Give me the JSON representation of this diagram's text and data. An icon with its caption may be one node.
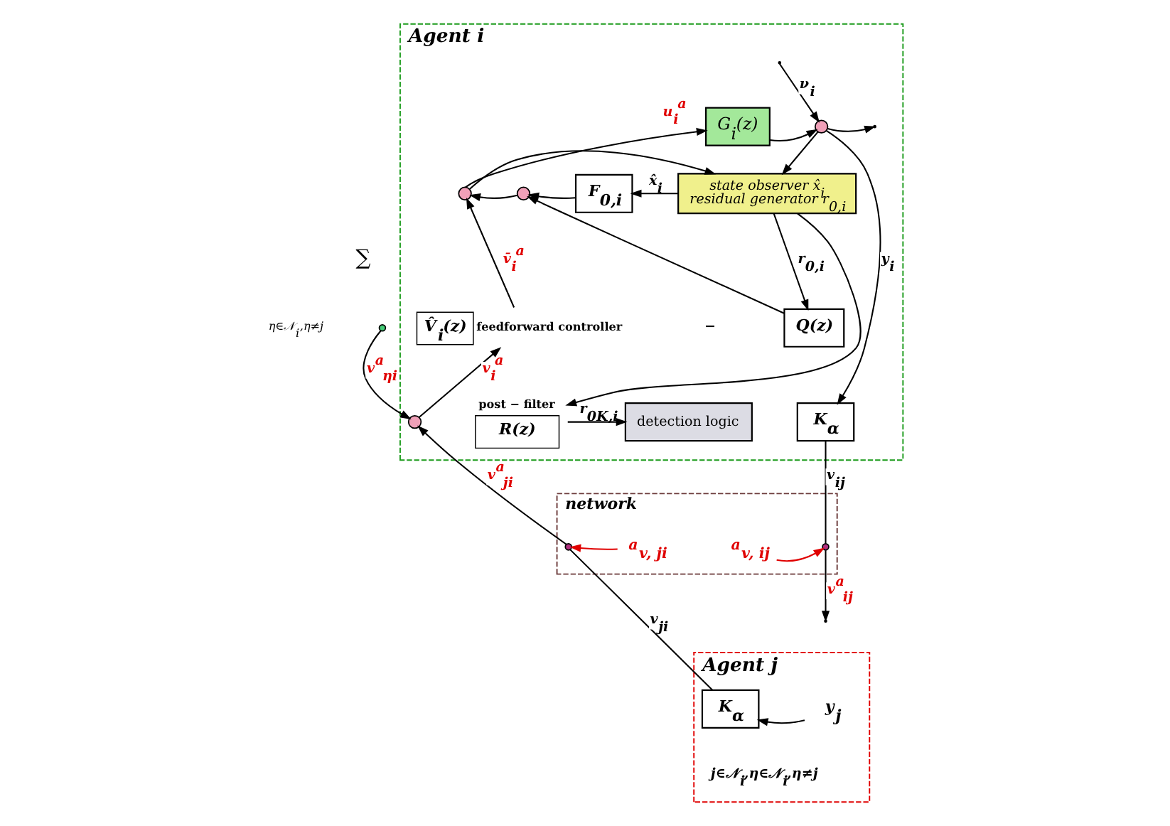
{
  "diagram": {
    "nodes": [
      {
        "text": [
          "Agent i"
        ]
      },
      {
        "text": [
          "G$_{i}$(z)"
        ],
        "in": 0
      },
      {
        "text": [],
        "shape": "circle",
        "in": 0
      },
      {
        "text": [
          "state observer x̂$_{i}$",
          "residual generator r$_{0,i}$"
        ],
        "in": 0
      },
      {
        "text": [
          "F$_{0,i}$"
        ],
        "in": 0
      },
      {
        "text": [
          "Q(z)"
        ],
        "in": 0
      },
      {
        "text": [],
        "shape": "circle",
        "in": 0
      },
      {
        "text": [],
        "shape": "circle",
        "in": 0
      },
      {
        "text": [
          "V̂$_{i}$(z)"
        ],
        "beside": [
          "feedforward controller"
        ],
        "in": 0
      },
      {
        "text": [],
        "shape": "circle",
        "in": 0
      },
      {
        "text": [
          "R(z)"
        ],
        "beside": [
          "post − filter"
        ],
        "in": 0
      },
      {
        "text": [
          "detection logic"
        ],
        "in": 0
      },
      {
        "text": [
          "K$_{α}$"
        ],
        "in": 0
      },
      {
        "text": [],
        "shape": "circle"
      },
      {
        "text": [
          "network"
        ]
      },
      {
        "text": [],
        "shape": "circle",
        "in": 14
      },
      {
        "text": [],
        "shape": "circle",
        "in": 14
      },
      {
        "text": [
          "a$_{v, ji}$"
        ],
        "in": 14
      },
      {
        "text": [
          "a$_{v, ij}$"
        ],
        "in": 14
      },
      {
        "text": [
          "Agent j"
        ]
      },
      {
        "text": [
          "K$_{α}$"
        ],
        "in": 19
      },
      {
        "text": [
          "y$_{j}$"
        ],
        "in": 19
      }
    ],
    "edges": [
      {
        "from": 7,
        "to": 1,
        "arrow": "to",
        "label": "u$_{i}$$^{a}$"
      },
      {
        "from": 7,
        "to": 3,
        "arrow": "to"
      },
      {
        "from": 1,
        "to": 2,
        "arrow": "to"
      },
      {
        "from": null,
        "to": 2,
        "arrow": "to",
        "label": "ν$_{i}$"
      },
      {
        "from": 2,
        "to": null,
        "arrow": "to"
      },
      {
        "from": 2,
        "to": 3,
        "arrow": "to"
      },
      {
        "from": 2,
        "to": 12,
        "arrow": "to",
        "label": "y$_{i}$"
      },
      {
        "from": 3,
        "to": 4,
        "arrow": "to",
        "label": "x̂$_{i}$"
      },
      {
        "from": 3,
        "to": 5,
        "arrow": "to",
        "label": "r$_{0,i}$"
      },
      {
        "from": 3,
        "to": 10,
        "arrow": "to"
      },
      {
        "from": 4,
        "to": 6,
        "arrow": "to"
      },
      {
        "from": 5,
        "to": 6,
        "arrow": "to"
      },
      {
        "from": 6,
        "to": 7,
        "arrow": "to"
      },
      {
        "from": 8,
        "to": 7,
        "arrow": "to",
        "label": "v̄$_{i}$$^{a}$"
      },
      {
        "from": 9,
        "to": 8,
        "arrow": "to",
        "label": "v$_{i}$$^{a}$"
      },
      {
        "from": 13,
        "to": 9,
        "arrow": "to",
        "label": "v$^{a}$$_{ηi}$"
      },
      {
        "from": 10,
        "to": 11,
        "arrow": "to",
        "label": "r$_{0K,i}$"
      },
      {
        "from": 12,
        "to": 16,
        "arrow": "none",
        "label": "v$_{ij}$"
      },
      {
        "from": 16,
        "to": null,
        "arrow": "to",
        "label": "v$^{a}$$_{ij}$"
      },
      {
        "from": 18,
        "to": 16,
        "arrow": "to",
        "color": "#e00000"
      },
      {
        "from": 17,
        "to": 15,
        "arrow": "to",
        "color": "#e00000"
      },
      {
        "from": 15,
        "to": 9,
        "arrow": "to",
        "label": "v$^{a}$$_{ji}$"
      },
      {
        "from": 20,
        "to": 15,
        "arrow": "none",
        "label": "v$_{ji}$"
      },
      {
        "from": 21,
        "to": 20,
        "arrow": "to"
      }
    ],
    "labels": [
      "∑",
      "η∈𝒩$_{i}$,η≠j",
      "−",
      "j∈𝒩$_{i}$,η∈𝒩$_{i}$,η≠j"
    ]
  }
}
